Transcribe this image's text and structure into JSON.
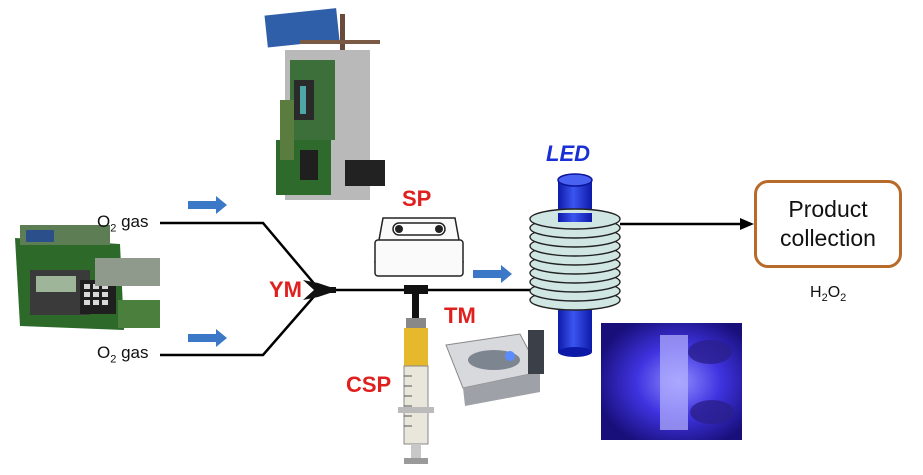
{
  "labels": {
    "gas_top_main": "O",
    "gas_top_sub": "2",
    "gas_top_suffix": " gas",
    "gas_bottom_main": "O",
    "gas_bottom_sub": "2",
    "gas_bottom_suffix": " gas",
    "ym": "YM",
    "sp": "SP",
    "tm": "TM",
    "csp": "CSP",
    "led": "LED",
    "product_line1": "Product",
    "product_line2": "collection",
    "h2o2_h": "H",
    "h2o2_sub1": "2",
    "h2o2_o": "O",
    "h2o2_sub2": "2"
  },
  "colors": {
    "component_labels": "#e0201f",
    "led_label": "#1a2fd6",
    "flow_arrows": "#3c78c8",
    "reactor_tube": "#1f2fd0",
    "coil": "#cfe6e2",
    "product_box_border": "#b76a2a"
  }
}
